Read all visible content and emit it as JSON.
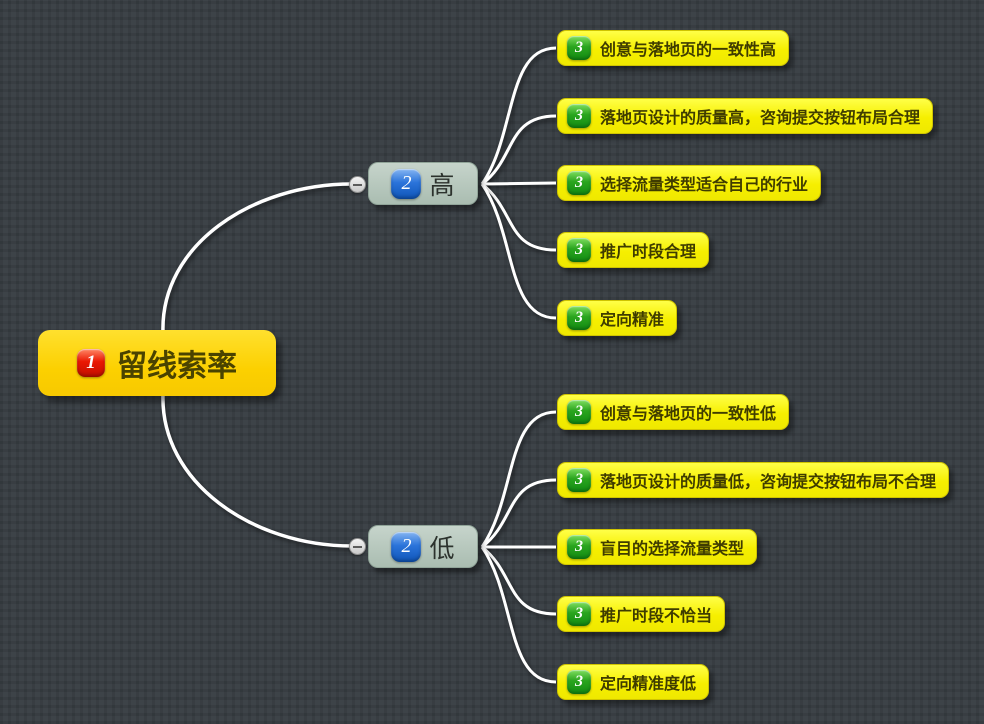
{
  "canvas": {
    "background": "#3d4348",
    "line_color": "#ffffff"
  },
  "colors": {
    "root_fill": "#fcd000",
    "branch_fill": "#aabdb1",
    "leaf_fill": "#f6ef00",
    "badge_level1": "#ea1802",
    "badge_level2": "#2b74da",
    "badge_level3": "#2aa51e"
  },
  "mindmap": {
    "root": {
      "badge": "1",
      "label": "留线索率"
    },
    "branches": [
      {
        "badge": "2",
        "label": "高",
        "children": [
          {
            "badge": "3",
            "label": "创意与落地页的一致性高"
          },
          {
            "badge": "3",
            "label": "落地页设计的质量高，咨询提交按钮布局合理"
          },
          {
            "badge": "3",
            "label": "选择流量类型适合自己的行业"
          },
          {
            "badge": "3",
            "label": "推广时段合理"
          },
          {
            "badge": "3",
            "label": "定向精准"
          }
        ]
      },
      {
        "badge": "2",
        "label": "低",
        "children": [
          {
            "badge": "3",
            "label": "创意与落地页的一致性低"
          },
          {
            "badge": "3",
            "label": "落地页设计的质量低，咨询提交按钮布局不合理"
          },
          {
            "badge": "3",
            "label": "盲目的选择流量类型"
          },
          {
            "badge": "3",
            "label": "推广时段不恰当"
          },
          {
            "badge": "3",
            "label": "定向精准度低"
          }
        ]
      }
    ]
  }
}
